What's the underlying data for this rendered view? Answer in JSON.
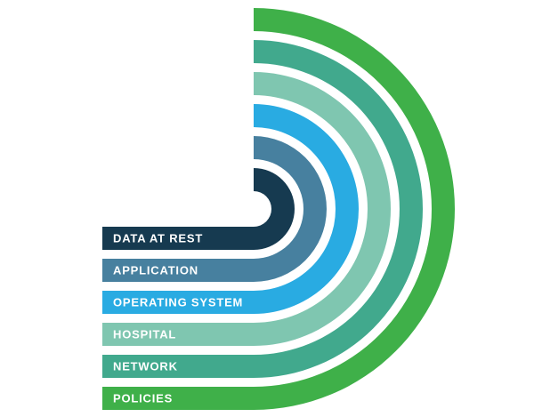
{
  "diagram": {
    "name": "layered-security-rings",
    "description": "Concentric half-ring layers with left-extending label bars",
    "background_color": "#ffffff",
    "label_text_color": "#ffffff",
    "layers": [
      {
        "label": "DATA AT REST",
        "color": "#163a50"
      },
      {
        "label": "APPLICATION",
        "color": "#47809f"
      },
      {
        "label": "OPERATING SYSTEM",
        "color": "#29abe2"
      },
      {
        "label": "HOSPITAL",
        "color": "#7fc6b0"
      },
      {
        "label": "NETWORK",
        "color": "#41a98d"
      },
      {
        "label": "POLICIES",
        "color": "#3fb049"
      }
    ]
  }
}
